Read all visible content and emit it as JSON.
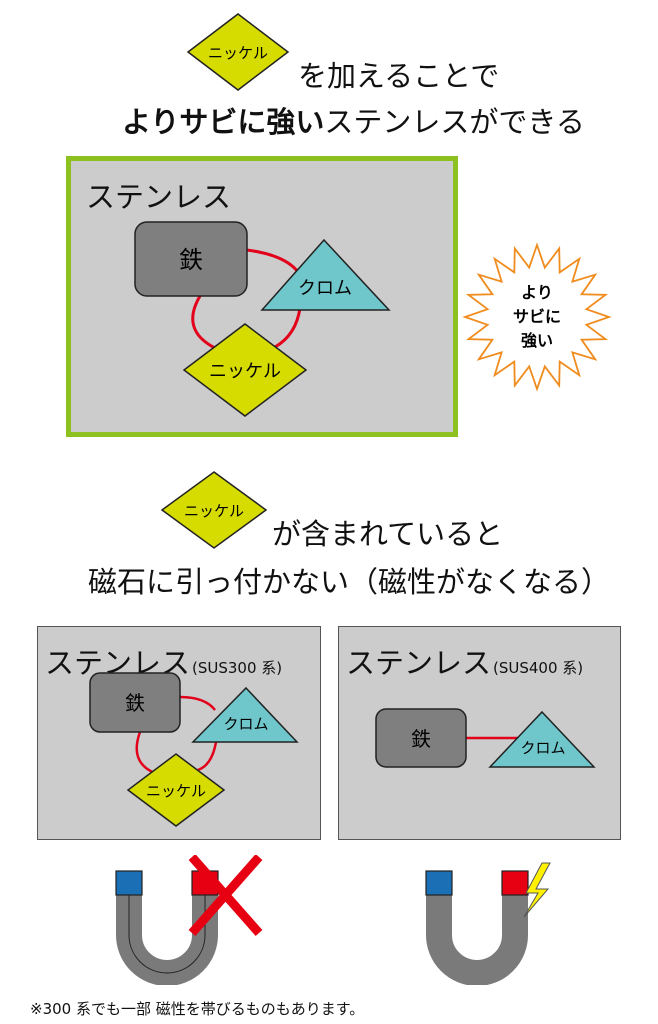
{
  "nickel": "ニッケル",
  "iron": "鉄",
  "chrome": "クロム",
  "stainless": "ステンレス",
  "heading1": {
    "rest_line1": "を加えることで",
    "bold_part": "よりサビに強い",
    "rest_line2": "ステンレスができる"
  },
  "burst": {
    "line1": "より",
    "line2": "サビに",
    "line3": "強い"
  },
  "heading2": {
    "rest_line1": "が含まれていると",
    "line2": "磁石に引っ付かない（磁性がなくなる）"
  },
  "sus300": "(SUS300 系)",
  "sus400": "(SUS400 系)",
  "footnote": "※300 系でも一部 磁性を帯びるものもあります。",
  "colors": {
    "panel_bg": "#cbcccb",
    "green_border": "#8dc11f",
    "iron": "#7f7f7f",
    "chrome": "#6fc7cc",
    "nickel": "#d6db00",
    "bond": "#e2001a",
    "burst": "#f08c1e",
    "magnet_blue": "#1a6fb5",
    "magnet_red": "#e60012",
    "cross": "#e60012",
    "lightning": "#fff100"
  },
  "icons": [
    "magnet-icon",
    "cross-icon",
    "lightning-icon",
    "burst-icon"
  ]
}
